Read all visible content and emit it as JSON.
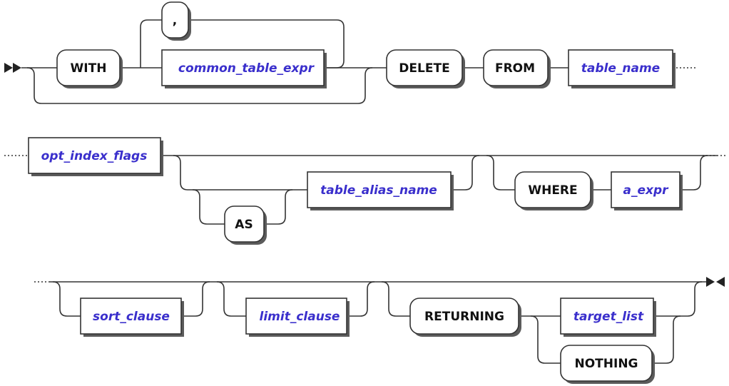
{
  "diagram": {
    "keywords": {
      "with": "WITH",
      "comma": ",",
      "delete": "DELETE",
      "from": "FROM",
      "as": "AS",
      "where": "WHERE",
      "returning": "RETURNING",
      "nothing": "NOTHING"
    },
    "nonterminals": {
      "common_table_expr": "common_table_expr",
      "table_name": "table_name",
      "opt_index_flags": "opt_index_flags",
      "table_alias_name": "table_alias_name",
      "a_expr": "a_expr",
      "sort_clause": "sort_clause",
      "limit_clause": "limit_clause",
      "target_list": "target_list"
    },
    "colors": {
      "line": "#333333",
      "nonterminal_text": "#3a2fcc",
      "keyword_text": "#111111",
      "shadow": "#5b5b5b"
    }
  }
}
